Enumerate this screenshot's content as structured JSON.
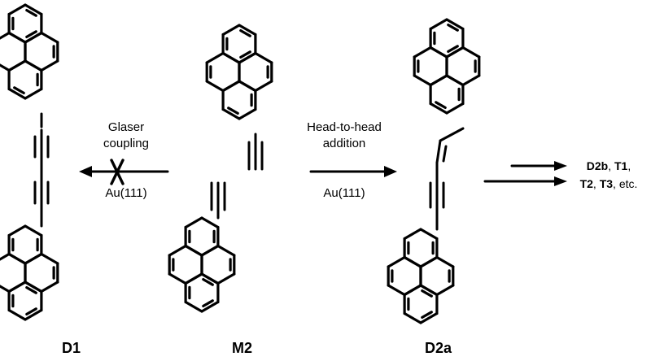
{
  "compounds": {
    "d1": "D1",
    "m2": "M2",
    "d2a": "D2a"
  },
  "reactions": {
    "glaser": {
      "line1": "Glaser",
      "line2": "coupling",
      "substrate": "Au(111)"
    },
    "head_to_head": {
      "line1": "Head-to-head",
      "line2": "addition",
      "substrate": "Au(111)"
    }
  },
  "products": {
    "line1_a": "D2b",
    "line1_sep": ", ",
    "line1_b": "T1",
    "line1_end": ",",
    "line2_a": "T2",
    "line2_sep": ", ",
    "line2_b": "T3",
    "line2_end": ", etc."
  },
  "icons": {
    "blocked": "x-cross-icon",
    "arrow": "reaction-arrow-icon",
    "molecule": "pyrene-structure-icon"
  }
}
